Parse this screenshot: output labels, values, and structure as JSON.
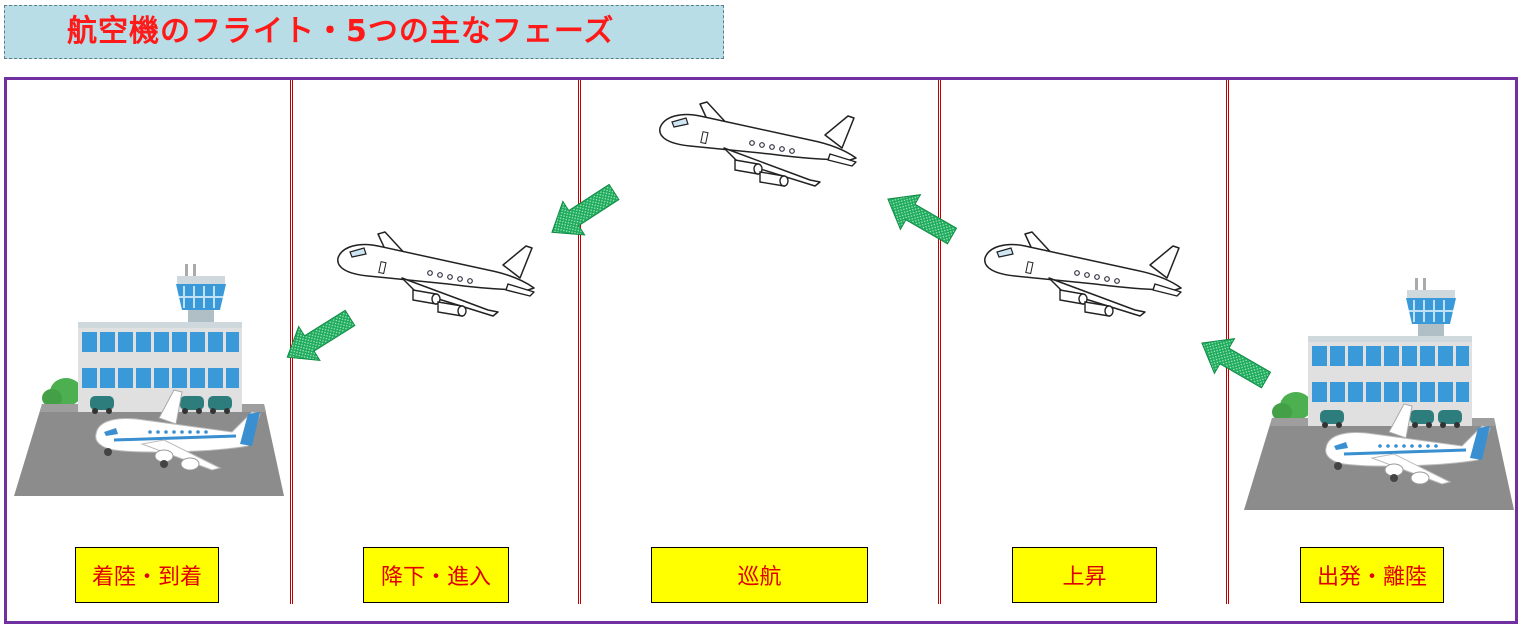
{
  "title": "航空機のフライト・5つの主なフェーズ",
  "phases": [
    {
      "label": "着陸・到着"
    },
    {
      "label": "降下・進入"
    },
    {
      "label": "巡航"
    },
    {
      "label": "上昇"
    },
    {
      "label": "出発・離陸"
    }
  ],
  "colors": {
    "frame": "#7030a0",
    "divider": "#c00000",
    "label_bg": "#ffff00",
    "label_text": "#e00000",
    "title_bg": "#b9dde6",
    "title_text": "#ff1a1a",
    "arrow": "#1aaa5a",
    "building_window": "#3a9ad9",
    "runway": "#8c8c8c"
  },
  "icons": [
    "airport-terminal-illustration",
    "jet-airplane-illustration",
    "green-arrow-icon"
  ]
}
